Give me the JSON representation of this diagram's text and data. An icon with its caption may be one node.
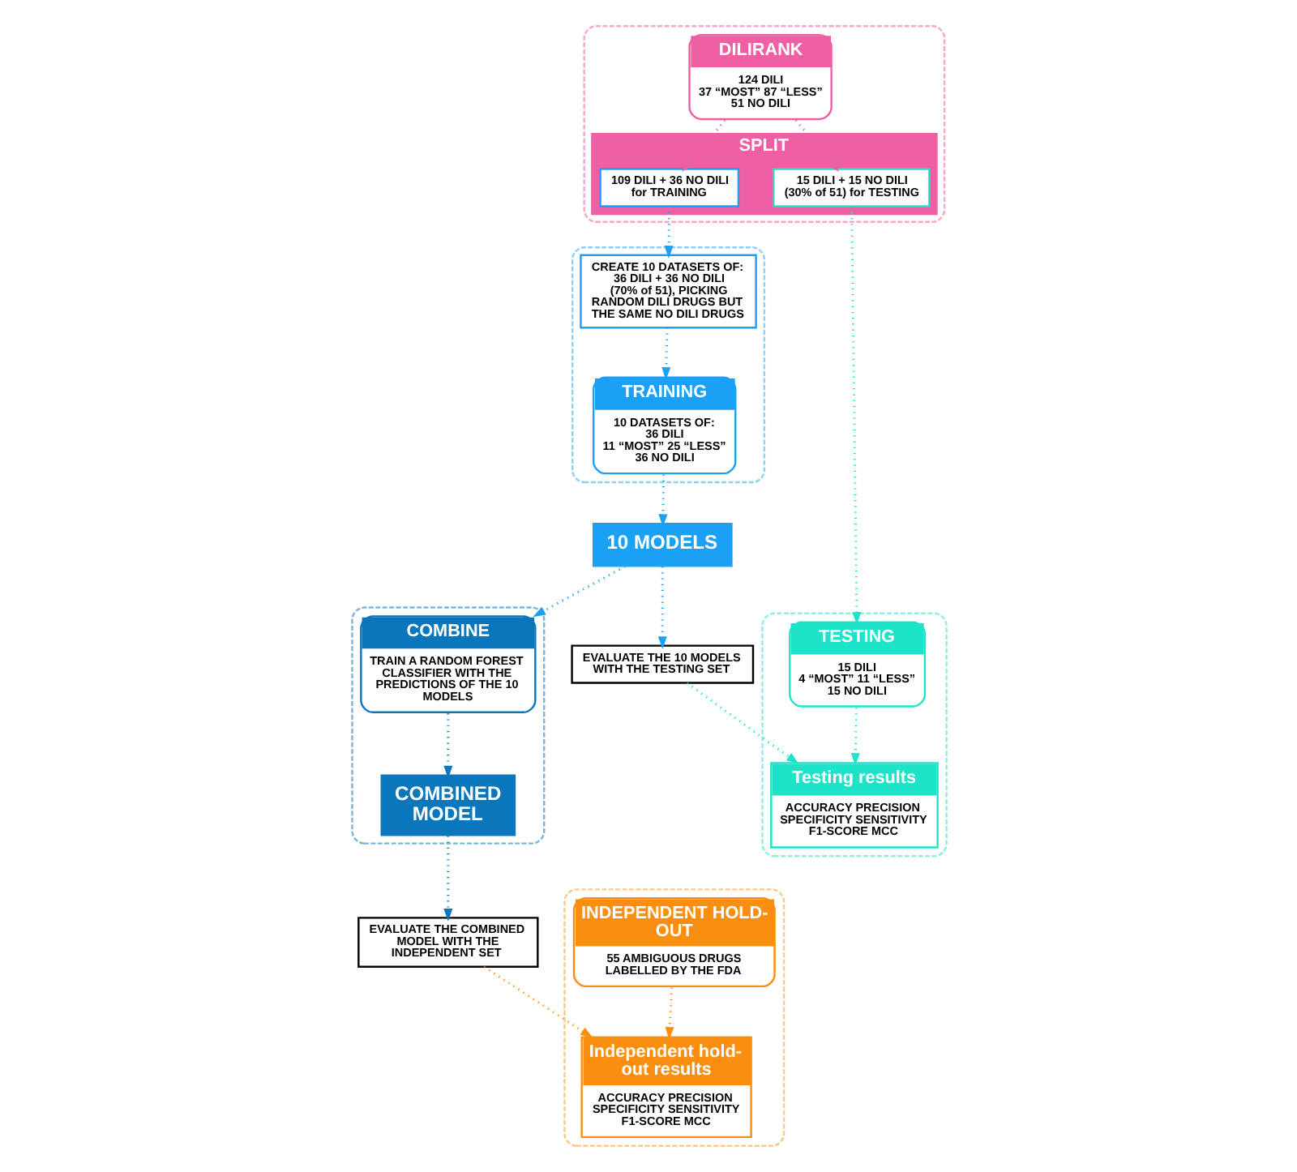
{
  "diagram": {
    "nodes": [
      {
        "text": [],
        "shape": "box"
      },
      {
        "text": [
          "DILIRANK",
          "124 DILI",
          "37 “MOST” 87 “LESS”",
          "51 NO DILI"
        ],
        "in": 0
      },
      {
        "text": [
          "SPLIT"
        ],
        "in": 0
      },
      {
        "text": [
          "15 DILI + 15 NO DILI (30% of 51) for TESTING"
        ],
        "in": 2
      },
      {
        "text": [
          "109 DILI + 36 NO DILI for TRAINING"
        ],
        "in": 2
      },
      {
        "text": [],
        "shape": "box"
      },
      {
        "text": [
          "TESTING",
          "15 DILI",
          "4 “MOST” 11 “LESS”",
          "15 NO DILI"
        ],
        "in": 5
      },
      {
        "text": [
          "Testing results",
          "ACCURACY PRECISION SPECIFICITY SENSITIVITY F1-SCORE MCC"
        ],
        "in": 5
      },
      {
        "text": [
          "EVALUATE THE 10 MODELS WITH THE TESTING SET"
        ]
      },
      {
        "text": [],
        "shape": "box"
      },
      {
        "text": [
          "INDEPENDENT HOLD-OUT",
          "55 AMBIGUOUS DRUGS LABELLED BY THE FDA"
        ],
        "in": 9
      },
      {
        "text": [
          "Independent hold-out results",
          "ACCURACY PRECISION SPECIFICITY SENSITIVITY F1-SCORE MCC"
        ],
        "in": 9
      },
      {
        "text": [],
        "shape": "box"
      },
      {
        "text": [
          "CREATE 10 DATASETS OF: 36 DILI + 36 NO DILI (70% of 51), PICKING RANDOM DILI DRUGS BUT THE SAME NO DILI DRUGS"
        ],
        "in": 12
      },
      {
        "text": [
          "TRAINING",
          "10 DATASETS OF:",
          "36 DILI",
          "11 “MOST” 25 “LESS”",
          "36 NO DILI"
        ],
        "in": 12
      },
      {
        "text": [
          "10 MODELS"
        ]
      },
      {
        "text": [],
        "shape": "box"
      },
      {
        "text": [
          "COMBINE",
          "TRAIN A RANDOM FOREST CLASSIFIER WITH THE PREDICTIONS OF THE 10 MODELS"
        ],
        "in": 16
      },
      {
        "text": [
          "COMBINED MODEL"
        ],
        "in": 16
      },
      {
        "text": [
          "EVALUATE THE COMBINED MODEL WITH THE INDEPENDENT SET"
        ]
      }
    ],
    "edges": [
      {
        "from": 1,
        "to": 3,
        "arrow": "to",
        "color": "#ee5fa3"
      },
      {
        "from": 1,
        "to": 4,
        "arrow": "to",
        "color": "#ee5fa3"
      },
      {
        "from": 3,
        "to": 6,
        "arrow": "to",
        "color": "#1de3c9"
      },
      {
        "from": 6,
        "to": 7,
        "arrow": "to",
        "color": "#1de3c9"
      },
      {
        "from": 8,
        "to": 7,
        "arrow": "to",
        "color": "#1de3c9"
      },
      {
        "from": 4,
        "to": 13,
        "arrow": "to"
      },
      {
        "from": 13,
        "to": 14,
        "arrow": "to"
      },
      {
        "from": 14,
        "to": 15,
        "arrow": "to"
      },
      {
        "from": 15,
        "to": 8,
        "arrow": "to"
      },
      {
        "from": 15,
        "to": 17,
        "arrow": "to"
      },
      {
        "from": 17,
        "to": 18,
        "arrow": "to",
        "color": "#0a77bd"
      },
      {
        "from": 18,
        "to": 19,
        "arrow": "to",
        "color": "#0a77bd"
      },
      {
        "from": 19,
        "to": 11,
        "arrow": "to",
        "color": "#f98e10"
      },
      {
        "from": 10,
        "to": 11,
        "arrow": "to",
        "color": "#f98e10"
      }
    ]
  }
}
